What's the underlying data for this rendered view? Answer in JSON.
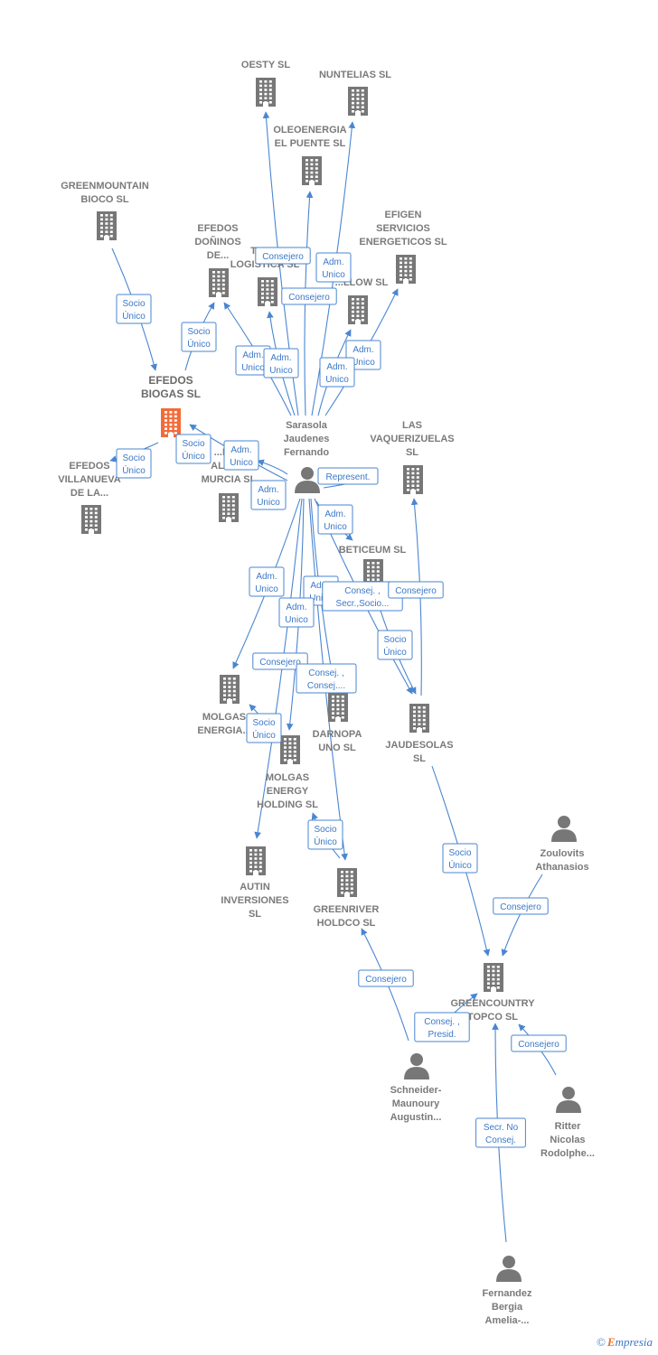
{
  "colors": {
    "edge": "#4a86d1",
    "node": "#777777",
    "highlight": "#f26b38",
    "footer": "#3b78c8"
  },
  "footer": {
    "symbol": "©",
    "brand_initial": "E",
    "brand_rest": "mpresia"
  },
  "nodes": [
    {
      "id": "oesty",
      "kind": "company",
      "label": [
        "OESTY SL"
      ]
    },
    {
      "id": "nuntelias",
      "kind": "company",
      "label": [
        "NUNTELIAS SL"
      ]
    },
    {
      "id": "oleoenergia",
      "kind": "company",
      "label": [
        "OLEOENERGIA",
        "EL PUENTE SL"
      ]
    },
    {
      "id": "greenmountain",
      "kind": "company",
      "label": [
        "GREENMOUNTAIN",
        "BIOCO SL"
      ]
    },
    {
      "id": "efedos_doninos",
      "kind": "company",
      "label": [
        "EFEDOS",
        "DOÑINOS",
        "DE..."
      ]
    },
    {
      "id": "tra_logistica",
      "kind": "company",
      "label": [
        "TRA...",
        "LOGISTICA SL"
      ]
    },
    {
      "id": "efigen",
      "kind": "company",
      "label": [
        "EFIGEN",
        "SERVICIOS",
        "ENERGETICOS SL"
      ]
    },
    {
      "id": "yellow",
      "kind": "company",
      "label": [
        "...LLOW SL"
      ]
    },
    {
      "id": "efedos_biogas",
      "kind": "company",
      "highlight": true,
      "label": [
        "EFEDOS",
        "BIOGAS SL"
      ]
    },
    {
      "id": "efedos_villanueva",
      "kind": "company",
      "label": [
        "EFEDOS",
        "VILLANUEVA",
        "DE LA..."
      ]
    },
    {
      "id": "efedos_alhama",
      "kind": "company",
      "label": [
        "...FE...",
        "ALHA...",
        "MURCIA SL"
      ]
    },
    {
      "id": "sarasola",
      "kind": "person",
      "label": [
        "Sarasola",
        "Jaudenes",
        "Fernando"
      ]
    },
    {
      "id": "vaquerizuelas",
      "kind": "company",
      "label": [
        "LAS",
        "VAQUERIZUELAS",
        "SL"
      ]
    },
    {
      "id": "beticeum",
      "kind": "company",
      "label": [
        "BETICEUM SL"
      ]
    },
    {
      "id": "molgas_energia",
      "kind": "company",
      "label": [
        "MOLGAS",
        "ENERGIA..."
      ]
    },
    {
      "id": "darnopa",
      "kind": "company",
      "label": [
        "DARNOPA",
        "UNO SL"
      ]
    },
    {
      "id": "jaudesolas",
      "kind": "company",
      "label": [
        "JAUDESOLAS",
        "SL"
      ]
    },
    {
      "id": "molgas_holding",
      "kind": "company",
      "label": [
        "MOLGAS",
        "ENERGY",
        "HOLDING SL"
      ]
    },
    {
      "id": "autin",
      "kind": "company",
      "label": [
        "AUTIN",
        "INVERSIONES",
        "SL"
      ]
    },
    {
      "id": "greenriver",
      "kind": "company",
      "label": [
        "GREENRIVER",
        "HOLDCO SL"
      ]
    },
    {
      "id": "zoulovits",
      "kind": "person",
      "label": [
        "Zoulovits",
        "Athanasios"
      ]
    },
    {
      "id": "greencountry",
      "kind": "company",
      "label": [
        "GREENCOUNTRY",
        "TOPCO SL"
      ]
    },
    {
      "id": "schneider",
      "kind": "person",
      "label": [
        "Schneider-",
        "Maunoury",
        "Augustin..."
      ]
    },
    {
      "id": "ritter",
      "kind": "person",
      "label": [
        "Ritter",
        "Nicolas",
        "Rodolphe..."
      ]
    },
    {
      "id": "fernandez",
      "kind": "person",
      "label": [
        "Fernandez",
        "Bergia",
        "Amelia-..."
      ]
    }
  ],
  "edges": [
    {
      "from": "sarasola",
      "to": "oesty",
      "label": [
        "Consejero"
      ]
    },
    {
      "from": "sarasola",
      "to": "nuntelias",
      "label": [
        "Adm.",
        "Unico"
      ]
    },
    {
      "from": "sarasola",
      "to": "oleoenergia",
      "label": [
        "Consejero"
      ]
    },
    {
      "from": "greenmountain",
      "to": "efedos_biogas",
      "label": [
        "Socio",
        "Único"
      ]
    },
    {
      "from": "efedos_biogas",
      "to": "efedos_doninos",
      "label": [
        "Socio",
        "Único"
      ]
    },
    {
      "from": "sarasola",
      "to": "efedos_doninos",
      "label": [
        "Adm.",
        "Unico"
      ]
    },
    {
      "from": "sarasola",
      "to": "tra_logistica",
      "label": [
        "Adm.",
        "Unico"
      ]
    },
    {
      "from": "sarasola",
      "to": "efigen",
      "label": [
        "Adm.",
        "Unico"
      ]
    },
    {
      "from": "sarasola",
      "to": "yellow",
      "label": [
        "Adm.",
        "Unico"
      ]
    },
    {
      "from": "efedos_biogas",
      "to": "efedos_villanueva",
      "label": [
        "Socio",
        "Único"
      ]
    },
    {
      "from": "efedos_biogas",
      "to": "efedos_alhama",
      "label": [
        "Socio",
        "Único"
      ]
    },
    {
      "from": "sarasola",
      "to": "efedos_alhama",
      "label": [
        "Adm.",
        "Unico"
      ]
    },
    {
      "from": "sarasola",
      "to": "efedos_biogas",
      "label": [
        "Adm.",
        "Unico"
      ]
    },
    {
      "from": "sarasola",
      "to": "vaquerizuelas",
      "label": [
        "Represent."
      ]
    },
    {
      "from": "sarasola",
      "to": "beticeum",
      "label": [
        "Adm.",
        "Unico"
      ]
    },
    {
      "from": "sarasola",
      "to": "molgas_energia",
      "label": [
        "Adm.",
        "Unico"
      ]
    },
    {
      "from": "sarasola",
      "to": "darnopa",
      "label": [
        "Adm.",
        "Unico"
      ]
    },
    {
      "from": "sarasola",
      "to": "molgas_holding",
      "label": [
        "Adm.",
        "Unico"
      ]
    },
    {
      "from": "sarasola",
      "to": "jaudesolas",
      "label": [
        "Consej. ,",
        "Secr.,Socio..."
      ]
    },
    {
      "from": "jaudesolas",
      "to": "vaquerizuelas",
      "label": [
        "Consejero"
      ]
    },
    {
      "from": "beticeum",
      "to": "jaudesolas",
      "label": [
        "Socio",
        "Único"
      ]
    },
    {
      "from": "sarasola",
      "to": "autin",
      "label": [
        "Consejero"
      ]
    },
    {
      "from": "sarasola",
      "to": "greenriver",
      "label": [
        "Consej. ,",
        "Consej...."
      ]
    },
    {
      "from": "molgas_holding",
      "to": "molgas_energia",
      "label": [
        "Socio",
        "Único"
      ]
    },
    {
      "from": "greenriver",
      "to": "molgas_holding",
      "label": [
        "Socio",
        "Único"
      ]
    },
    {
      "from": "jaudesolas",
      "to": "greencountry",
      "label": [
        "Socio",
        "Único"
      ]
    },
    {
      "from": "zoulovits",
      "to": "greencountry",
      "label": [
        "Consejero"
      ]
    },
    {
      "from": "schneider",
      "to": "greenriver",
      "label": [
        "Consejero"
      ]
    },
    {
      "from": "schneider",
      "to": "greencountry",
      "label": [
        "Consej. ,",
        "Presid."
      ]
    },
    {
      "from": "ritter",
      "to": "greencountry",
      "label": [
        "Consejero"
      ]
    },
    {
      "from": "fernandez",
      "to": "greencountry",
      "label": [
        "Secr. No",
        "Consej."
      ]
    }
  ]
}
